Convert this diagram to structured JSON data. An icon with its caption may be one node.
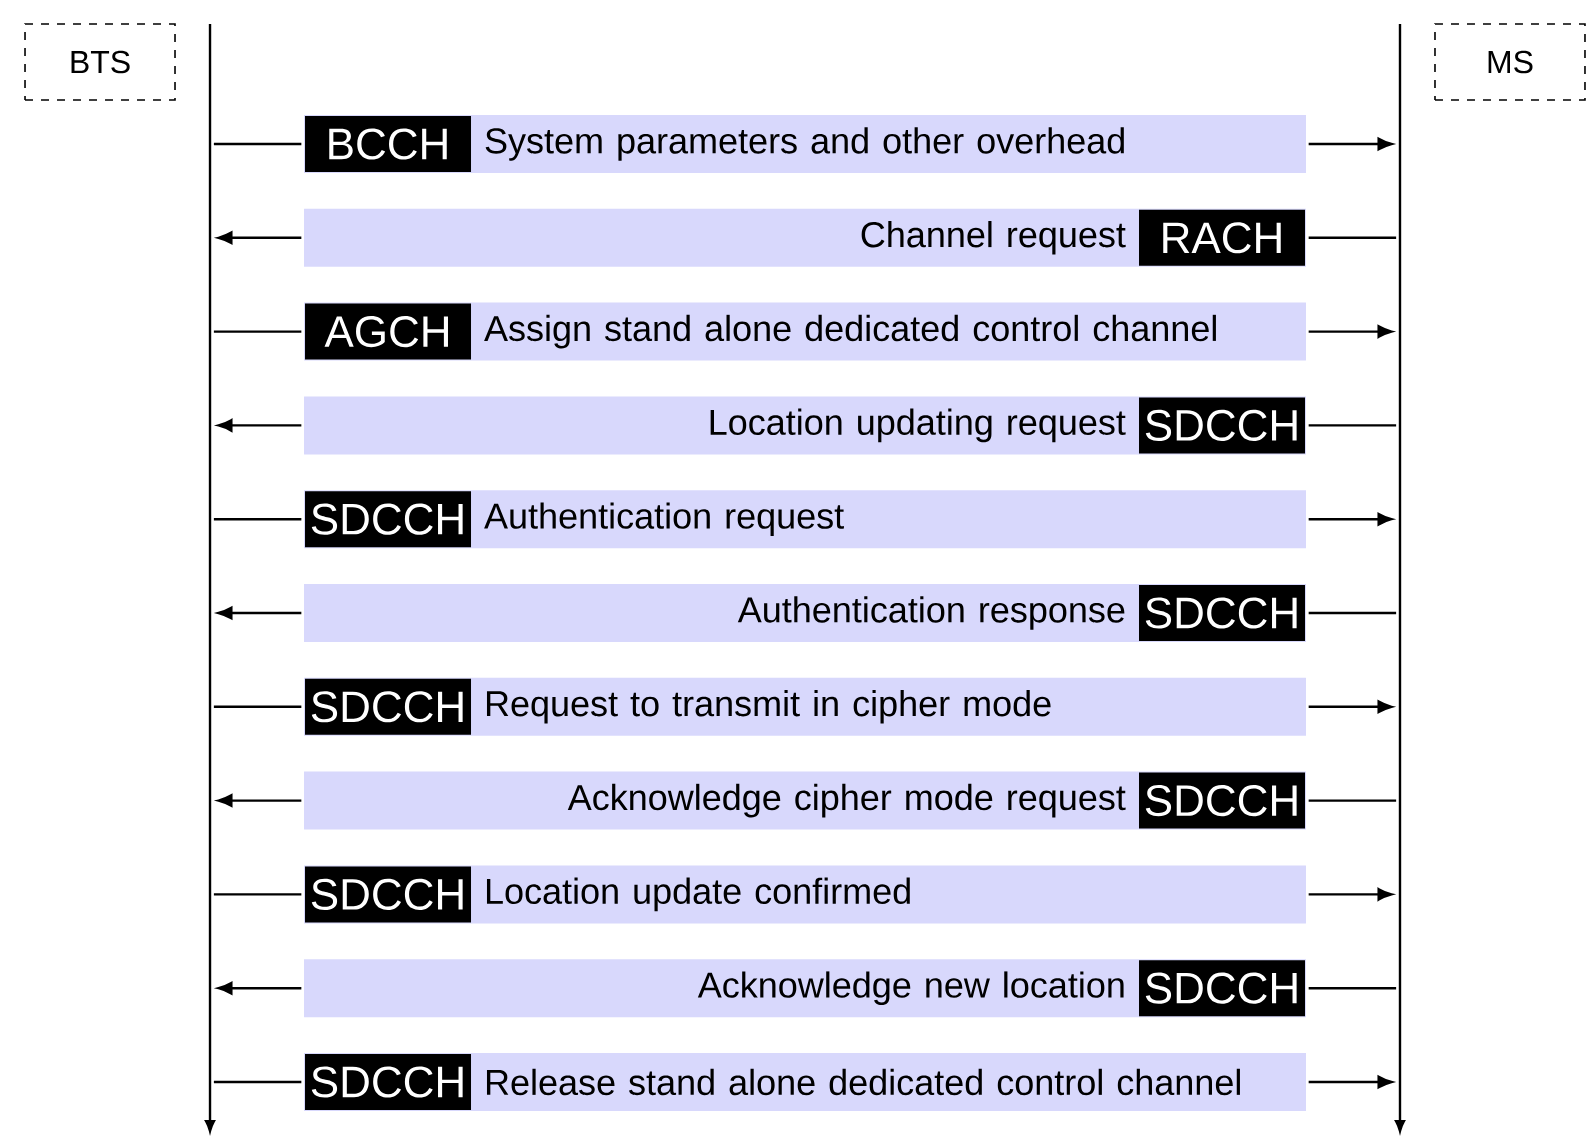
{
  "diagram": {
    "nodes": [
      {
        "text": [
          "BTS"
        ]
      },
      {
        "text": [
          "MS"
        ]
      },
      {
        "text": [],
        "shape": "bar"
      },
      {
        "text": [],
        "shape": "bar"
      },
      {
        "text": [
          "System parameters and other overhead"
        ]
      },
      {
        "text": [
          "BCCH"
        ],
        "in": 4
      },
      {
        "text": [
          "Channel request"
        ]
      },
      {
        "text": [
          "RACH"
        ],
        "in": 6
      },
      {
        "text": [
          "Assign stand alone dedicated control channel"
        ]
      },
      {
        "text": [
          "AGCH"
        ],
        "in": 8
      },
      {
        "text": [
          "Location updating request"
        ]
      },
      {
        "text": [
          "SDCCH"
        ],
        "in": 10
      },
      {
        "text": [
          "Authentication request"
        ]
      },
      {
        "text": [
          "SDCCH"
        ],
        "in": 12
      },
      {
        "text": [
          "Authentication response"
        ]
      },
      {
        "text": [
          "SDCCH"
        ],
        "in": 14
      },
      {
        "text": [
          "Request to transmit in cipher mode"
        ]
      },
      {
        "text": [
          "SDCCH"
        ],
        "in": 16
      },
      {
        "text": [
          "Acknowledge cipher mode request"
        ]
      },
      {
        "text": [
          "SDCCH"
        ],
        "in": 18
      },
      {
        "text": [
          "Location update confirmed"
        ]
      },
      {
        "text": [
          "SDCCH"
        ],
        "in": 20
      },
      {
        "text": [
          "Acknowledge new location"
        ]
      },
      {
        "text": [
          "SDCCH"
        ],
        "in": 22
      },
      {
        "text": [
          "Release stand alone dedicated control channel"
        ]
      },
      {
        "text": [
          "SDCCH"
        ],
        "in": 24
      }
    ],
    "edges": [
      {
        "from": 2,
        "to": 4,
        "arrow": "none"
      },
      {
        "from": 4,
        "to": 3,
        "arrow": "to"
      },
      {
        "from": 3,
        "to": 6,
        "arrow": "none"
      },
      {
        "from": 6,
        "to": 2,
        "arrow": "to"
      },
      {
        "from": 2,
        "to": 8,
        "arrow": "none"
      },
      {
        "from": 8,
        "to": 3,
        "arrow": "to"
      },
      {
        "from": 3,
        "to": 10,
        "arrow": "none"
      },
      {
        "from": 10,
        "to": 2,
        "arrow": "to"
      },
      {
        "from": 2,
        "to": 12,
        "arrow": "none"
      },
      {
        "from": 12,
        "to": 3,
        "arrow": "to"
      },
      {
        "from": 3,
        "to": 14,
        "arrow": "none"
      },
      {
        "from": 14,
        "to": 2,
        "arrow": "to"
      },
      {
        "from": 2,
        "to": 16,
        "arrow": "none"
      },
      {
        "from": 16,
        "to": 3,
        "arrow": "to"
      },
      {
        "from": 3,
        "to": 18,
        "arrow": "none"
      },
      {
        "from": 18,
        "to": 2,
        "arrow": "to"
      },
      {
        "from": 2,
        "to": 20,
        "arrow": "none"
      },
      {
        "from": 20,
        "to": 3,
        "arrow": "to"
      },
      {
        "from": 3,
        "to": 22,
        "arrow": "none"
      },
      {
        "from": 22,
        "to": 2,
        "arrow": "to"
      },
      {
        "from": 2,
        "to": 24,
        "arrow": "none"
      },
      {
        "from": 24,
        "to": 3,
        "arrow": "to"
      }
    ]
  }
}
